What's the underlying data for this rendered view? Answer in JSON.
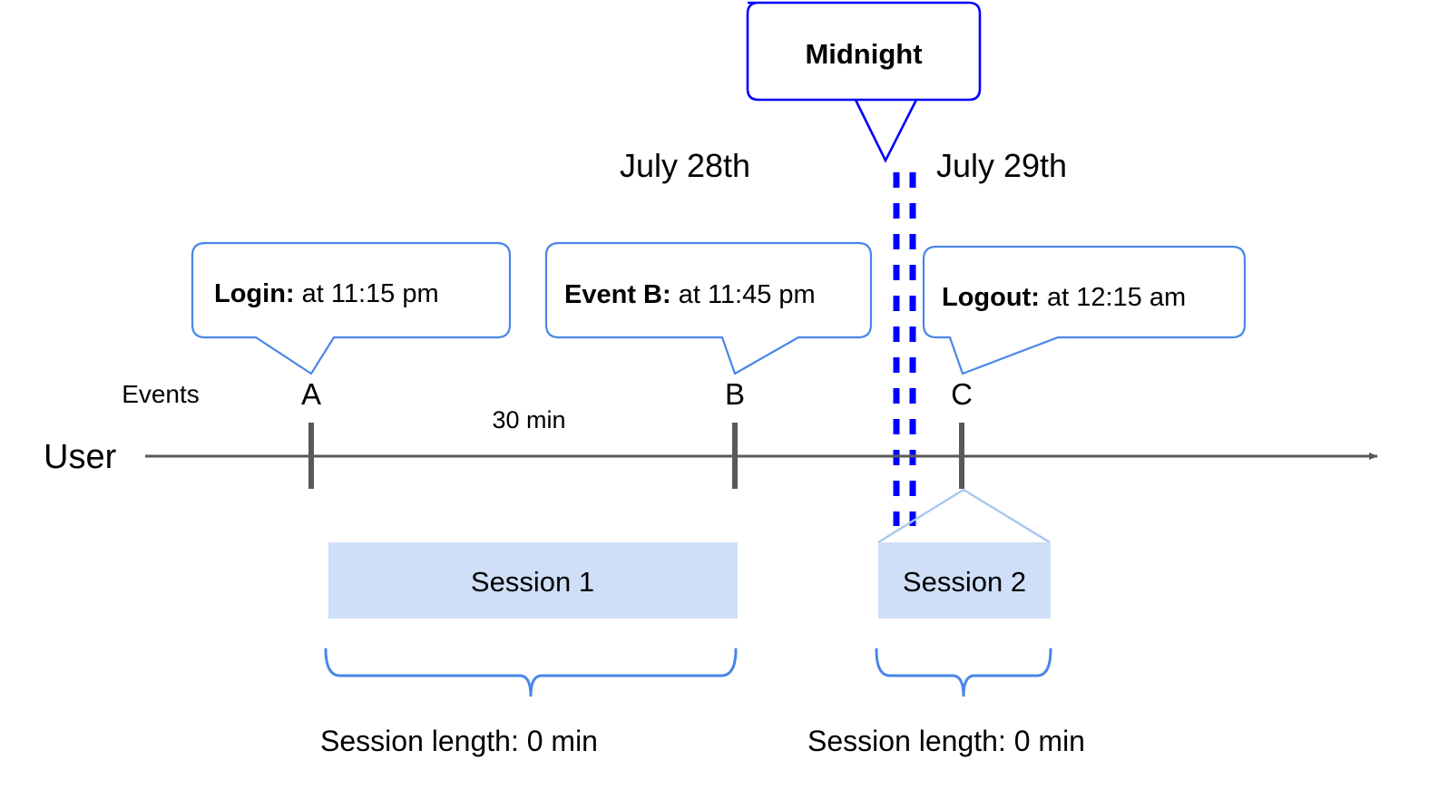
{
  "diagram": {
    "title_hidden": "",
    "timeline_label": "User",
    "events_label": "Events",
    "duration_label": "30 min",
    "dates": [
      {
        "label": "July 28th"
      },
      {
        "label": "July 29th"
      }
    ],
    "midnight_callout": {
      "label": "Midnight",
      "color": "#0000ff"
    },
    "event_points": [
      {
        "id": "A",
        "label": "A"
      },
      {
        "id": "B",
        "label": "B"
      },
      {
        "id": "C",
        "label": "C"
      }
    ],
    "event_callouts": [
      {
        "name": "Login",
        "bold_text": "Login:",
        "rest_text": " at 11:15 pm"
      },
      {
        "name": "Event B",
        "bold_text": "Event B:",
        "rest_text": " at 11:45 pm"
      },
      {
        "name": "Logout",
        "bold_text": "Logout:",
        "rest_text": " at 12:15 am"
      }
    ],
    "sessions": [
      {
        "label": "Session 1",
        "length_label": "Session length: 0 min"
      },
      {
        "label": "Session 2",
        "length_label": "Session length: 0 min"
      }
    ],
    "colors": {
      "callout_stroke": "#4a86e8",
      "midnight_stroke": "#0000ff",
      "session_fill": "#cfdff7",
      "session_roof_stroke": "#a8c6f0",
      "axis": "#595959",
      "tick": "#595959",
      "brace": "#4a86e8",
      "text": "#000000"
    }
  }
}
